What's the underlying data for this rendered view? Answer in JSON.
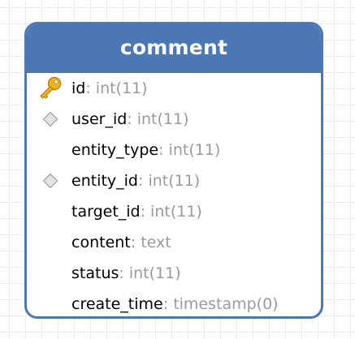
{
  "table": {
    "name": "comment",
    "columns": [
      {
        "name": "id",
        "type": ": int(11)",
        "icon": "primary-key-icon"
      },
      {
        "name": "user_id",
        "type": ": int(11)",
        "icon": "index-diamond-icon"
      },
      {
        "name": "entity_type",
        "type": ": int(11)",
        "icon": ""
      },
      {
        "name": "entity_id",
        "type": ": int(11)",
        "icon": "index-diamond-icon"
      },
      {
        "name": "target_id",
        "type": ": int(11)",
        "icon": ""
      },
      {
        "name": "content",
        "type": ": text",
        "icon": ""
      },
      {
        "name": "status",
        "type": ": int(11)",
        "icon": ""
      },
      {
        "name": "create_time",
        "type": ": timestamp(0)",
        "icon": ""
      }
    ]
  },
  "colors": {
    "header": "#4b78b4",
    "border": "#4b78b4",
    "type_text": "#9a9a9a",
    "key_icon": "#e8a418",
    "diamond_icon": "#cfcfcf"
  }
}
